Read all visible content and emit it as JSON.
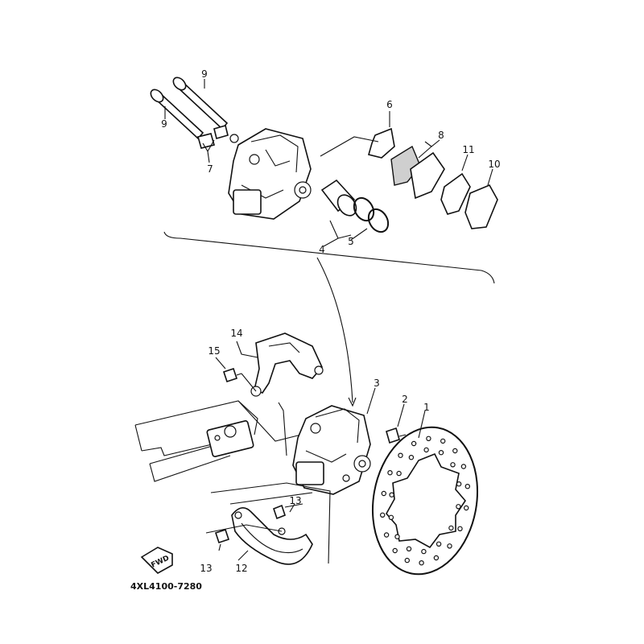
{
  "callouts": {
    "c1": "1",
    "c2": "2",
    "c3": "3",
    "c4": "4",
    "c5": "5",
    "c6": "6",
    "c7": "7",
    "c8": "8",
    "c9a": "9",
    "c9b": "9",
    "c10": "10",
    "c11": "11",
    "c12": "12",
    "c13a": "13",
    "c13b": "13",
    "c14": "14",
    "c15": "15"
  },
  "fwd_label": "FWD",
  "part_code": "4XL4100-7280"
}
